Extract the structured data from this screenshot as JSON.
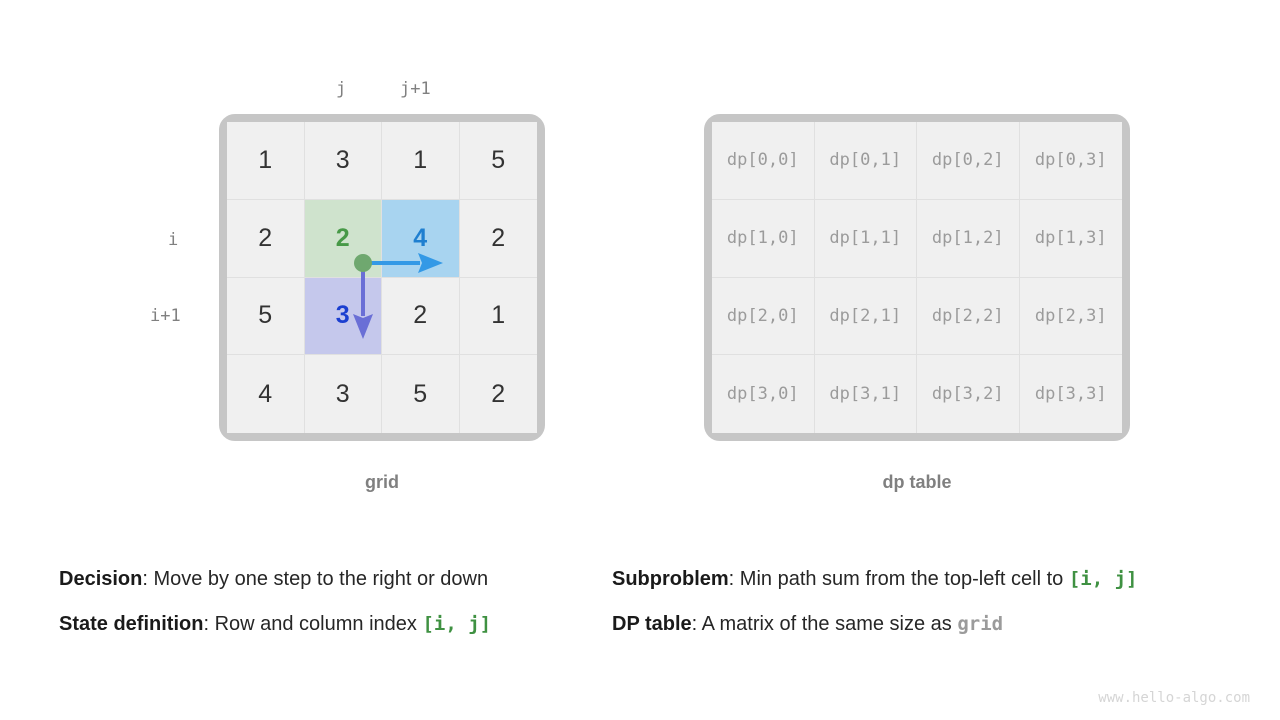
{
  "grid": {
    "caption": "grid",
    "col_labels": [
      {
        "name": "j",
        "text": "j"
      },
      {
        "name": "j-plus-1",
        "text": "j+1"
      }
    ],
    "row_labels": [
      {
        "name": "i",
        "text": "i"
      },
      {
        "name": "i-plus-1",
        "text": "i+1"
      }
    ],
    "rows": [
      [
        {
          "v": "1",
          "hl": "none",
          "color": "default"
        },
        {
          "v": "3",
          "hl": "none",
          "color": "default"
        },
        {
          "v": "1",
          "hl": "none",
          "color": "default"
        },
        {
          "v": "5",
          "hl": "none",
          "color": "default"
        }
      ],
      [
        {
          "v": "2",
          "hl": "none",
          "color": "default"
        },
        {
          "v": "2",
          "hl": "green",
          "color": "green"
        },
        {
          "v": "4",
          "hl": "blue",
          "color": "blue"
        },
        {
          "v": "2",
          "hl": "none",
          "color": "default"
        }
      ],
      [
        {
          "v": "5",
          "hl": "none",
          "color": "default"
        },
        {
          "v": "3",
          "hl": "purple",
          "color": "indigo"
        },
        {
          "v": "2",
          "hl": "none",
          "color": "default"
        },
        {
          "v": "1",
          "hl": "none",
          "color": "default"
        }
      ],
      [
        {
          "v": "4",
          "hl": "none",
          "color": "default"
        },
        {
          "v": "3",
          "hl": "none",
          "color": "default"
        },
        {
          "v": "5",
          "hl": "none",
          "color": "default"
        },
        {
          "v": "2",
          "hl": "none",
          "color": "default"
        }
      ]
    ]
  },
  "dp_table": {
    "caption": "dp table",
    "rows": [
      [
        "dp[0,0]",
        "dp[0,1]",
        "dp[0,2]",
        "dp[0,3]"
      ],
      [
        "dp[1,0]",
        "dp[1,1]",
        "dp[1,2]",
        "dp[1,3]"
      ],
      [
        "dp[2,0]",
        "dp[2,1]",
        "dp[2,2]",
        "dp[2,3]"
      ],
      [
        "dp[3,0]",
        "dp[3,1]",
        "dp[3,2]",
        "dp[3,3]"
      ]
    ]
  },
  "notes_left": {
    "decision_label": "Decision",
    "decision_text": ": Move by one step to the right or down",
    "state_label": "State definition",
    "state_text": ": Row and column index ",
    "state_code": "[i, j]"
  },
  "notes_right": {
    "subproblem_label": "Subproblem",
    "subproblem_text": ": Min path sum from the top-left cell to ",
    "subproblem_code": "[i, j]",
    "dptable_label": "DP table",
    "dptable_text": ": A matrix of the same size as ",
    "dptable_code": "grid"
  },
  "watermark": "www.hello-algo.com",
  "colors": {
    "highlight_green": "#cfe3cd",
    "highlight_blue": "#a8d4f0",
    "highlight_purple": "#c5c8ec",
    "text_green": "#479947",
    "text_blue": "#1f7fd0",
    "text_indigo": "#1b3fd0",
    "arrow_right": "#3399e6",
    "arrow_down": "#6a6fd6",
    "dot_green": "#6fa86f",
    "frame_gray": "#c6c6c6",
    "cell_bg": "#f0f0f0"
  }
}
